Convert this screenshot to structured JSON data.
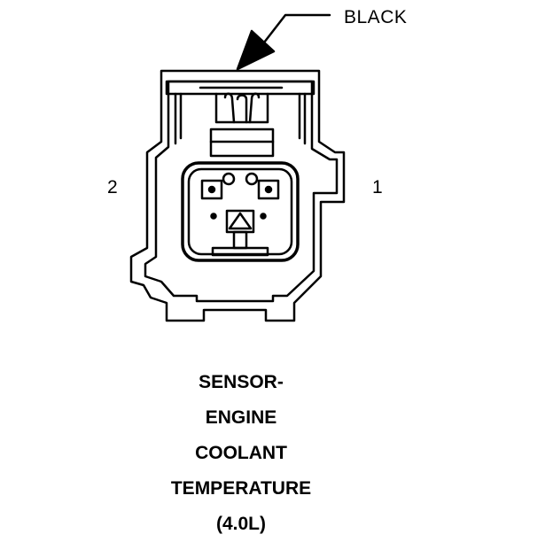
{
  "callout": {
    "label": "BLACK"
  },
  "pins": {
    "left": "2",
    "right": "1"
  },
  "caption": {
    "lines": [
      "SENSOR-",
      "ENGINE",
      "COOLANT",
      "TEMPERATURE",
      "(4.0L)"
    ]
  },
  "colors": {
    "line": "#000000",
    "background": "#ffffff"
  }
}
